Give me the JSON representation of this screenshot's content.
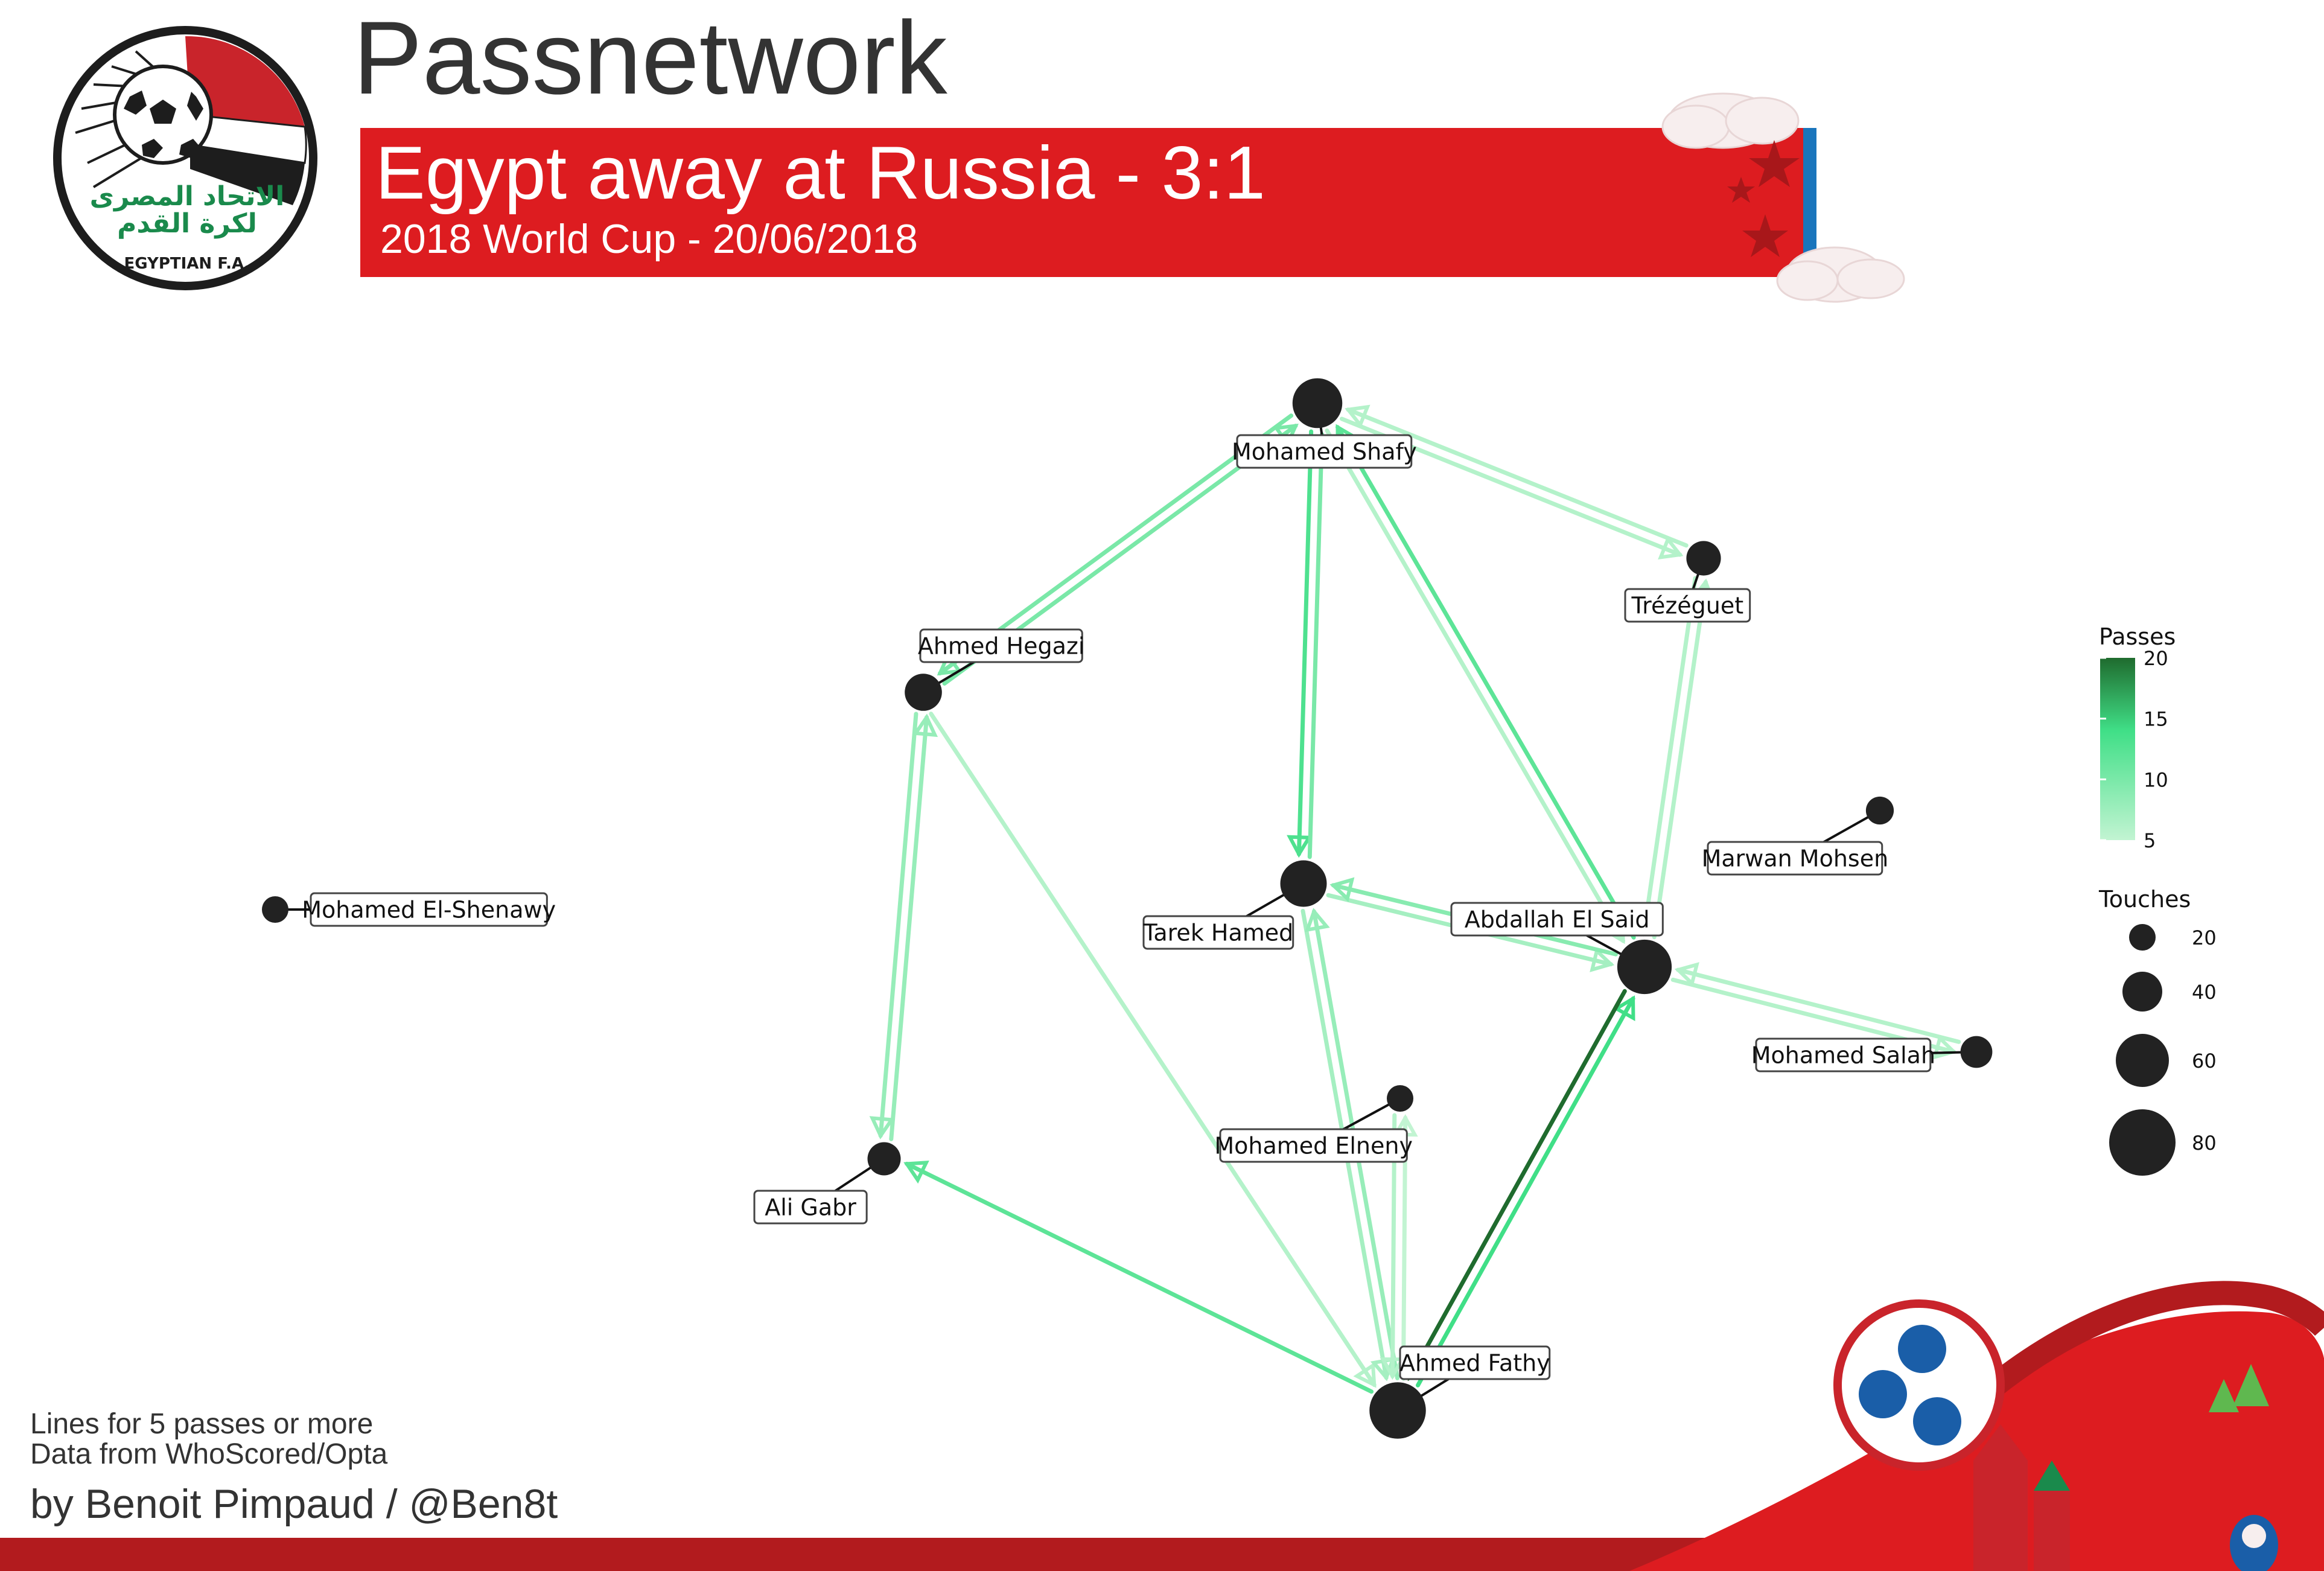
{
  "header": {
    "title": "Passnetwork",
    "subtitle": "Egypt away at Russia - 3:1",
    "subsubtitle": "2018 World Cup - 20/06/2018"
  },
  "logo": {
    "icon": "egyptian-fa-crest-icon",
    "arabic_text_line1": "الاتحاد المصرى",
    "arabic_text_line2": "لكرة القدم",
    "text": "EGYPTIAN F.A."
  },
  "footer": {
    "note_lines": "Lines for 5 passes or more",
    "note_source": "Data from WhoScored/Opta",
    "credit": "by Benoit Pimpaud / @Ben8t"
  },
  "legend": {
    "passes_title": "Passes",
    "passes_ticks": [
      5,
      10,
      15,
      20
    ],
    "touches_title": "Touches",
    "touches_values": [
      20,
      40,
      60,
      80
    ]
  },
  "colors": {
    "banner_red": "#dd1c20",
    "banner_blue": "#1a75bc",
    "node": "#222222",
    "edge_low": "#c2f4d2",
    "edge_mid": "#33dd7f",
    "edge_high": "#1f6b2e"
  },
  "chart_data": {
    "type": "network",
    "nodes": [
      {
        "id": "shafy",
        "name": "Mohamed Shafy",
        "touches": 55
      },
      {
        "id": "trezeguet",
        "name": "Trézéguet",
        "touches": 32
      },
      {
        "id": "hegazi",
        "name": "Ahmed Hegazi",
        "touches": 36
      },
      {
        "id": "mohsen",
        "name": "Marwan Mohsen",
        "touches": 22
      },
      {
        "id": "shenawy",
        "name": "Mohamed El-Shenawy",
        "touches": 18
      },
      {
        "id": "tarek",
        "name": "Tarek Hamed",
        "touches": 50
      },
      {
        "id": "said",
        "name": "Abdallah El Said",
        "touches": 62
      },
      {
        "id": "salah",
        "name": "Mohamed Salah",
        "touches": 28
      },
      {
        "id": "elneny",
        "name": "Mohamed Elneny",
        "touches": 18
      },
      {
        "id": "gabr",
        "name": "Ali Gabr",
        "touches": 30
      },
      {
        "id": "fathy",
        "name": "Ahmed Fathy",
        "touches": 65
      }
    ],
    "edges": [
      {
        "from": "hegazi",
        "to": "shafy",
        "passes": 10
      },
      {
        "from": "shafy",
        "to": "hegazi",
        "passes": 10
      },
      {
        "from": "shafy",
        "to": "trezeguet",
        "passes": 6
      },
      {
        "from": "trezeguet",
        "to": "shafy",
        "passes": 6
      },
      {
        "from": "shafy",
        "to": "tarek",
        "passes": 13
      },
      {
        "from": "tarek",
        "to": "shafy",
        "passes": 10
      },
      {
        "from": "said",
        "to": "shafy",
        "passes": 12
      },
      {
        "from": "shafy",
        "to": "said",
        "passes": 6
      },
      {
        "from": "trezeguet",
        "to": "said",
        "passes": 6
      },
      {
        "from": "said",
        "to": "trezeguet",
        "passes": 6
      },
      {
        "from": "hegazi",
        "to": "gabr",
        "passes": 8
      },
      {
        "from": "gabr",
        "to": "hegazi",
        "passes": 8
      },
      {
        "from": "hegazi",
        "to": "fathy",
        "passes": 6
      },
      {
        "from": "tarek",
        "to": "said",
        "passes": 7
      },
      {
        "from": "said",
        "to": "tarek",
        "passes": 9
      },
      {
        "from": "tarek",
        "to": "fathy",
        "passes": 7
      },
      {
        "from": "fathy",
        "to": "tarek",
        "passes": 8
      },
      {
        "from": "salah",
        "to": "said",
        "passes": 6
      },
      {
        "from": "said",
        "to": "salah",
        "passes": 6
      },
      {
        "from": "fathy",
        "to": "gabr",
        "passes": 12
      },
      {
        "from": "fathy",
        "to": "said",
        "passes": 14
      },
      {
        "from": "said",
        "to": "fathy",
        "passes": 20
      },
      {
        "from": "elneny",
        "to": "fathy",
        "passes": 6
      },
      {
        "from": "fathy",
        "to": "elneny",
        "passes": 5
      }
    ],
    "pass_scale": [
      5,
      20
    ],
    "touch_scale": [
      20,
      80
    ],
    "note": "Lines for 5 passes or more"
  }
}
